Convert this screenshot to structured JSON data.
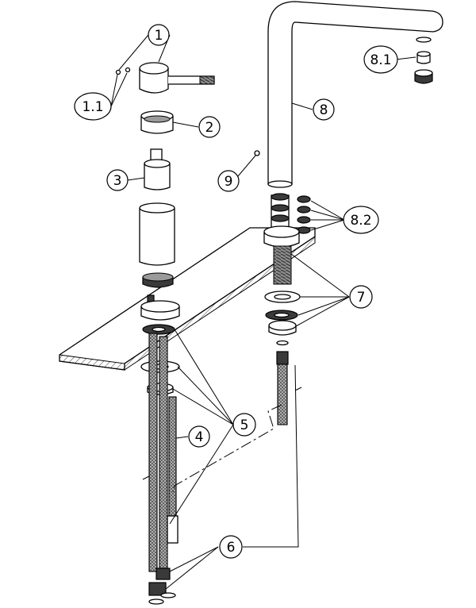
{
  "callouts": {
    "c1": "1",
    "c1_1": "1.1",
    "c2": "2",
    "c3": "3",
    "c4": "4",
    "c5": "5",
    "c6": "6",
    "c7": "7",
    "c8": "8",
    "c8_1": "8.1",
    "c8_2": "8.2",
    "c9": "9"
  }
}
